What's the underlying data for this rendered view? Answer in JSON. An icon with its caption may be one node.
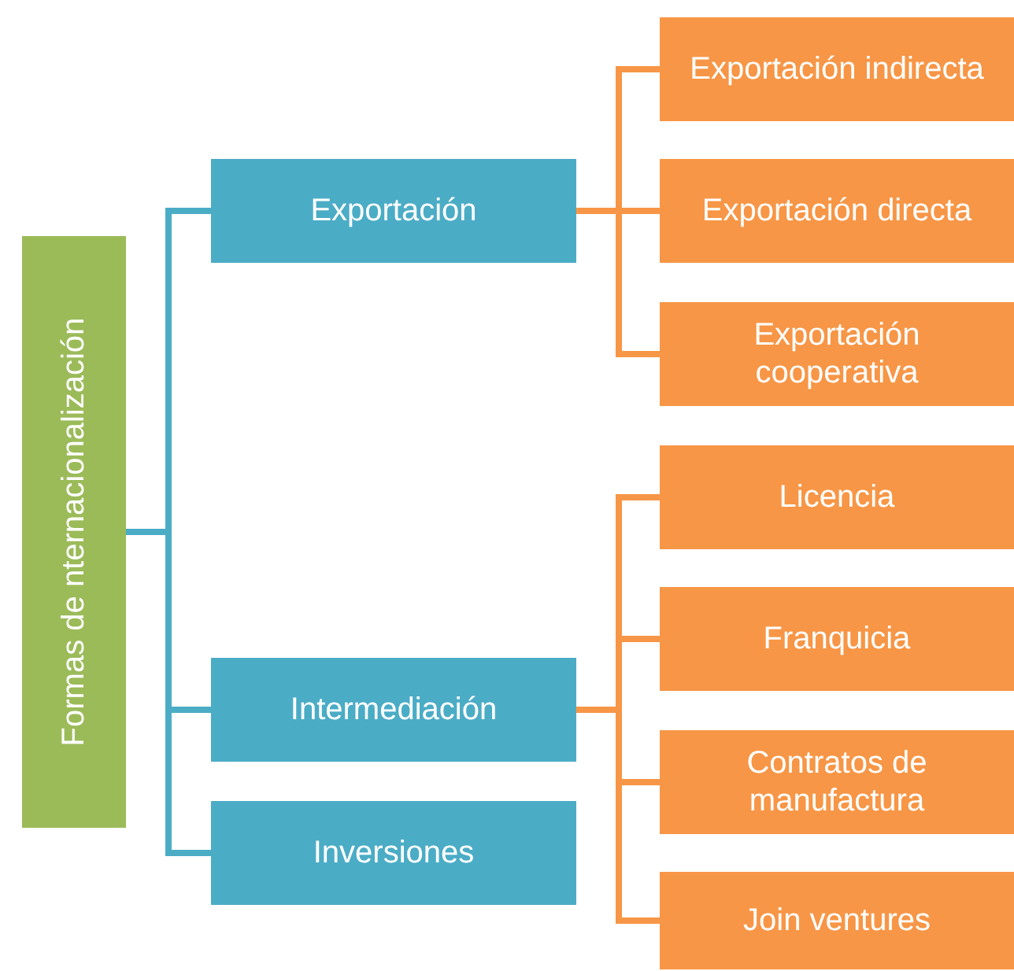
{
  "diagram": {
    "nodes": [
      {
        "text": [
          "Formas de nternacionalización"
        ]
      },
      {
        "text": [
          "Exportación"
        ]
      },
      {
        "text": [
          "Intermediación"
        ]
      },
      {
        "text": [
          "Inversiones"
        ]
      },
      {
        "text": [
          "Exportación indirecta"
        ]
      },
      {
        "text": [
          "Exportación directa"
        ]
      },
      {
        "text": [
          "Exportación cooperativa"
        ]
      },
      {
        "text": [
          "Licencia"
        ]
      },
      {
        "text": [
          "Franquicia"
        ]
      },
      {
        "text": [
          "Contratos de manufactura"
        ]
      },
      {
        "text": [
          "Join ventures"
        ]
      }
    ],
    "edges": [
      {
        "from": 0,
        "to": 1,
        "arrow": "none",
        "color": "#4bacc6"
      },
      {
        "from": 0,
        "to": 2,
        "arrow": "none",
        "color": "#4bacc6"
      },
      {
        "from": 0,
        "to": 3,
        "arrow": "none",
        "color": "#4bacc6"
      },
      {
        "from": 1,
        "to": 4,
        "arrow": "none"
      },
      {
        "from": 1,
        "to": 5,
        "arrow": "none"
      },
      {
        "from": 1,
        "to": 6,
        "arrow": "none"
      },
      {
        "from": 2,
        "to": 7,
        "arrow": "none"
      },
      {
        "from": 2,
        "to": 8,
        "arrow": "none"
      },
      {
        "from": 2,
        "to": 9,
        "arrow": "none"
      },
      {
        "from": 2,
        "to": 10,
        "arrow": "none"
      }
    ]
  }
}
